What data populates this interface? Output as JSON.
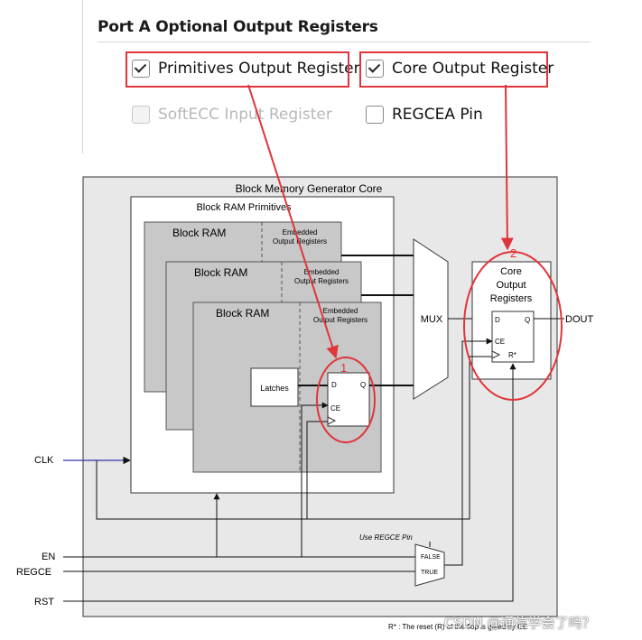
{
  "panel": {
    "title": "Port A Optional Output Registers",
    "options": [
      {
        "label": "Primitives Output Register",
        "checked": true,
        "enabled": true
      },
      {
        "label": "Core Output Register",
        "checked": true,
        "enabled": true
      },
      {
        "label": "SoftECC Input Register",
        "checked": false,
        "enabled": false
      },
      {
        "label": "REGCEA Pin",
        "checked": false,
        "enabled": true
      }
    ]
  },
  "diagram": {
    "core_title": "Block Memory Generator Core",
    "primitives_title": "Block RAM Primitives",
    "block_ram_label": "Block RAM",
    "embedded_label": "Embedded Output Registers",
    "latches_label": "Latches",
    "mux_label": "MUX",
    "core_output_label": "Core Output Registers",
    "dout_label": "DOUT",
    "ff_d": "D",
    "ff_q": "Q",
    "ff_ce": "CE",
    "ff_reset": "R*",
    "inputs": {
      "clk": "CLK",
      "en": "EN",
      "regce": "REGCE",
      "rst": "RST"
    },
    "regce_mux_title": "Use REGCE Pin",
    "regce_mux_false": "FALSE",
    "regce_mux_true": "TRUE",
    "footnote": "R* : The reset (R) of the flop is gated by CE",
    "callout_1": "1",
    "callout_2": "2"
  },
  "watermark": "CSDN @通信学会了吗？",
  "colors": {
    "annotation": "#e0353b",
    "clk_line": "#3333aa",
    "ram_fill": "#c8c8c8",
    "core_fill": "#e8e8e8"
  }
}
